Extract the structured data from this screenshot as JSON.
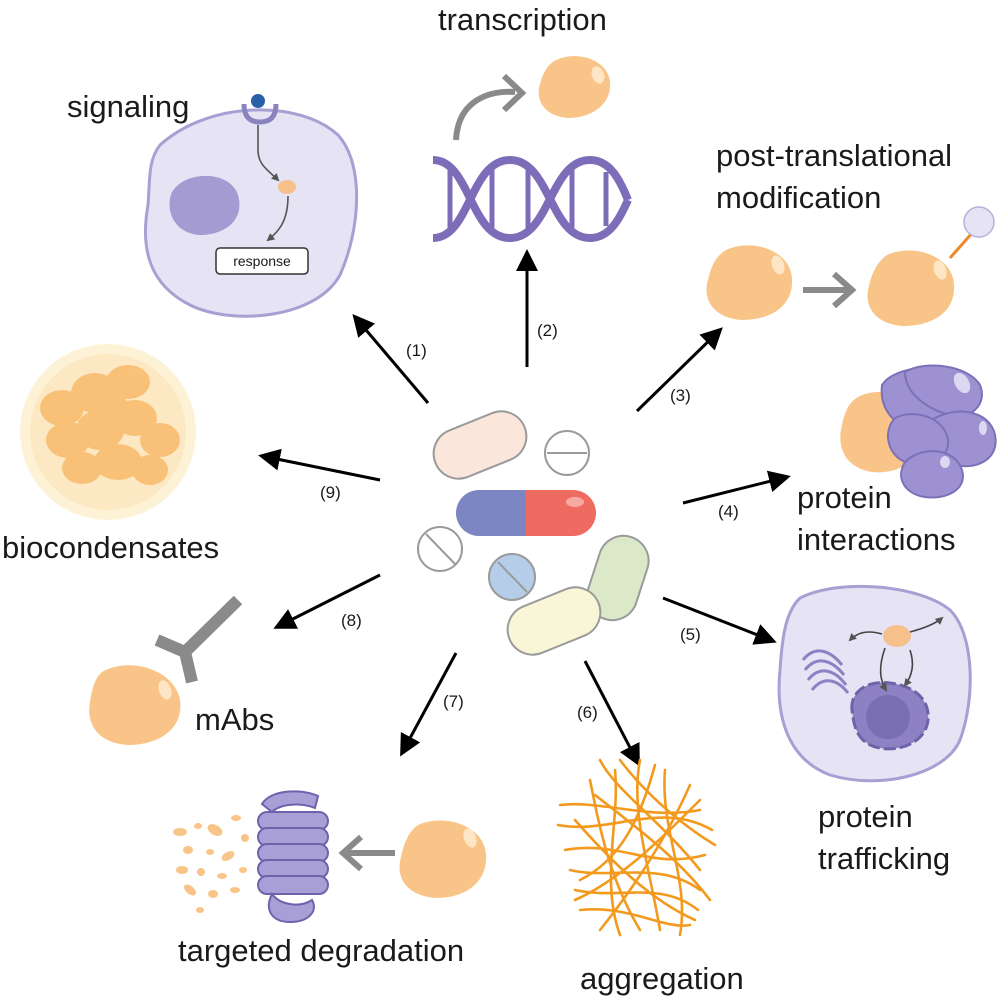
{
  "labels": {
    "transcription": "transcription",
    "signaling": "signaling",
    "response": "response",
    "ptm_line1": "post-translational",
    "ptm_line2": "modification",
    "biocondensates": "biocondensates",
    "interactions_line1": "protein",
    "interactions_line2": "interactions",
    "mabs": "mAbs",
    "trafficking_line1": "protein",
    "trafficking_line2": "trafficking",
    "degradation": "targeted degradation",
    "aggregation": "aggregation"
  },
  "steps": {
    "s1": "(1)",
    "s2": "(2)",
    "s3": "(3)",
    "s4": "(4)",
    "s5": "(5)",
    "s6": "(6)",
    "s7": "(7)",
    "s8": "(8)",
    "s9": "(9)"
  },
  "colors": {
    "protein": "#f9c487",
    "cell": "#e6e4f4",
    "purple": "#8d81c4",
    "fiber": "#f39a1e",
    "capsule_blue": "#7d88c4",
    "capsule_red": "#f06b63",
    "arrow": "#000000",
    "grey_arrow": "#8a8a8a"
  }
}
